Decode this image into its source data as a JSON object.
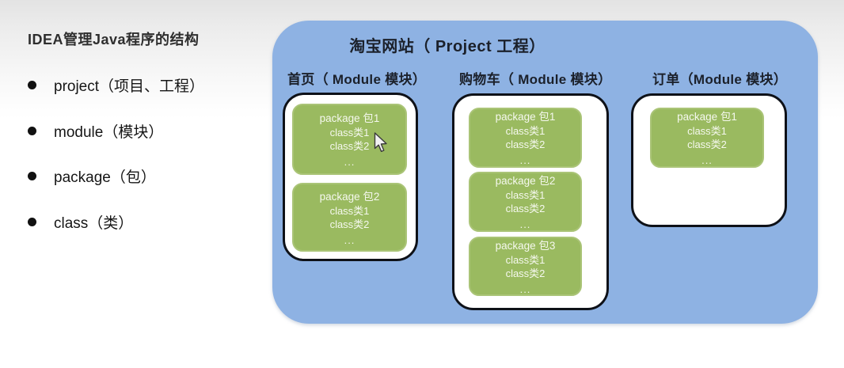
{
  "left_panel": {
    "title": "IDEA管理Java程序的结构",
    "bullets": [
      {
        "label": "project（项目、工程）"
      },
      {
        "label": "module（模块）"
      },
      {
        "label": "package（包）"
      },
      {
        "label": "class（类）"
      }
    ]
  },
  "project_panel": {
    "title": "淘宝网站（ Project 工程）",
    "modules": [
      {
        "label": "首页（ Module 模块）",
        "packages": [
          {
            "name": "package 包1",
            "classes": [
              "class类1",
              "class类2"
            ],
            "more": "..."
          },
          {
            "name": "package 包2",
            "classes": [
              "class类1",
              "class类2"
            ],
            "more": "..."
          }
        ]
      },
      {
        "label": "购物车（ Module 模块）",
        "packages": [
          {
            "name": "package 包1",
            "classes": [
              "class类1",
              "class类2"
            ],
            "more": "..."
          },
          {
            "name": "package 包2",
            "classes": [
              "class类1",
              "class类2"
            ],
            "more": "..."
          },
          {
            "name": "package 包3",
            "classes": [
              "class类1",
              "class类2"
            ],
            "more": "..."
          }
        ]
      },
      {
        "label": "订单（Module 模块）",
        "packages": [
          {
            "name": "package 包1",
            "classes": [
              "class类1",
              "class类2"
            ],
            "more": "..."
          }
        ]
      }
    ]
  },
  "cursor": {
    "name": "arrow-cursor"
  },
  "colors": {
    "panel_blue": "#8eb2e3",
    "package_green": "#9aba60",
    "package_rim": "#aac477",
    "package_text": "#f5f8ee",
    "box_border": "#0e1118",
    "heading_ink": "#1b202a"
  }
}
